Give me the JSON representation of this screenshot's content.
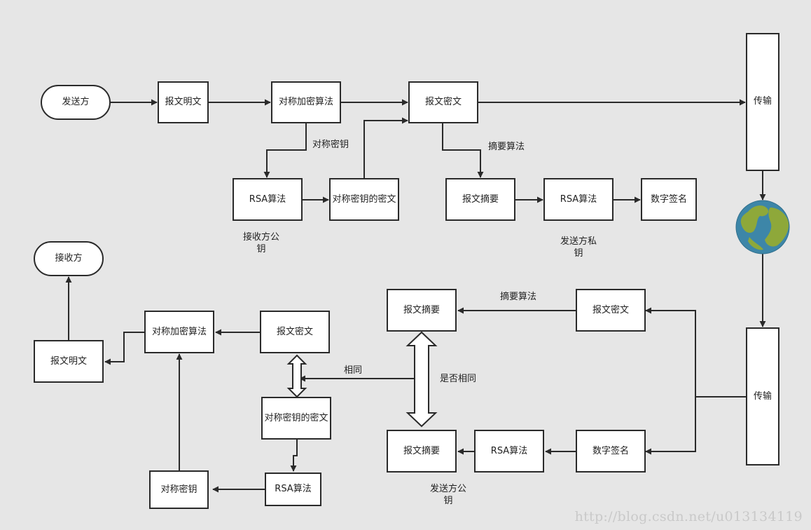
{
  "nodes": {
    "sender": "发送方",
    "plaintext_top": "报文明文",
    "sym_encrypt_top": "对称加密算法",
    "ciphertext_top": "报文密文",
    "transfer_top": "传输",
    "rsa_top_left": "RSA算法",
    "sym_key_cipher_top": "对称密钥的密文",
    "digest_top": "报文摘要",
    "rsa_top_right": "RSA算法",
    "signature_top": "数字签名",
    "receiver": "接收方",
    "sym_encrypt_bottom": "对称加密算法",
    "ciphertext_bottom_left": "报文密文",
    "plaintext_bottom": "报文明文",
    "sym_key_cipher_bottom": "对称密钥的密文",
    "sym_key": "对称密钥",
    "rsa_bottom_left": "RSA算法",
    "digest_bottom_top": "报文摘要",
    "ciphertext_bottom_right": "报文密文",
    "digest_bottom_low": "报文摘要",
    "rsa_bottom_right": "RSA算法",
    "signature_bottom": "数字签名",
    "transfer_bottom": "传输"
  },
  "labels": {
    "sym_key": "对称密钥",
    "digest_alg_top": "摘要算法",
    "receiver_pubkey_l1": "接收方公",
    "receiver_pubkey_l2": "钥",
    "sender_privkey_l1": "发送方私",
    "sender_privkey_l2": "钥",
    "digest_alg_bottom": "摘要算法",
    "same": "相同",
    "is_same": "是否相同",
    "sender_pubkey_l1": "发送方公",
    "sender_pubkey_l2": "钥"
  },
  "watermark": "http://blog.csdn.net/u013134119",
  "icons": {
    "globe": "globe-icon"
  }
}
